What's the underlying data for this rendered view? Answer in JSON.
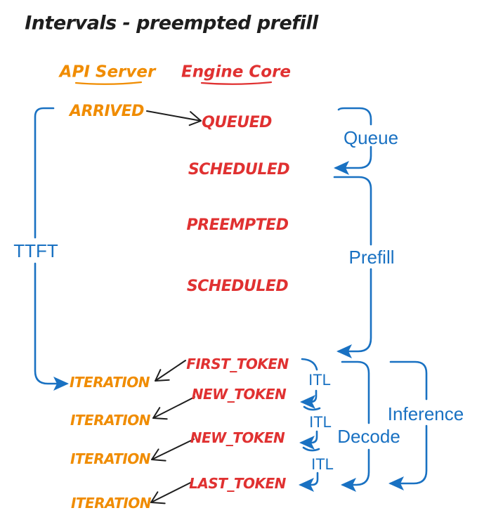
{
  "title": "Intervals - preempted prefill",
  "columns": {
    "api_server": "API Server",
    "engine_core": "Engine Core"
  },
  "api_server_events": {
    "arrived": "ARRIVED",
    "iterations": [
      "ITERATION",
      "ITERATION",
      "ITERATION",
      "ITERATION"
    ]
  },
  "engine_core_events": {
    "queued": "QUEUED",
    "scheduled_first": "SCHEDULED",
    "preempted": "PREEMPTED",
    "scheduled_second": "SCHEDULED",
    "first_token": "FIRST_TOKEN",
    "new_token_1": "NEW_TOKEN",
    "new_token_2": "NEW_TOKEN",
    "last_token": "LAST_TOKEN"
  },
  "intervals": {
    "ttft": "TTFT",
    "queue": "Queue",
    "prefill": "Prefill",
    "itl": [
      "ITL",
      "ITL",
      "ITL"
    ],
    "decode": "Decode",
    "inference": "Inference"
  },
  "colors": {
    "api_server": "#f08c00",
    "engine_core": "#e03131",
    "interval": "#1971c2",
    "annotation": "#1e1e1e"
  }
}
